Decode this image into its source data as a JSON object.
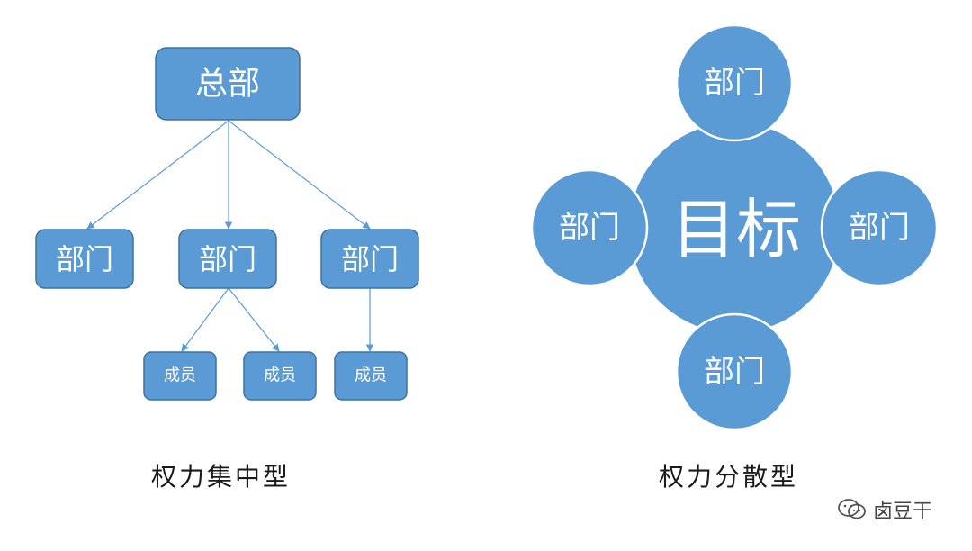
{
  "centralized": {
    "root": "总部",
    "departments": [
      "部门",
      "部门",
      "部门"
    ],
    "members": [
      "成员",
      "成员",
      "成员"
    ],
    "caption": "权力集中型"
  },
  "decentralized": {
    "center": "目标",
    "departments": [
      "部门",
      "部门",
      "部门",
      "部门"
    ],
    "caption": "权力分散型"
  },
  "watermark": {
    "icon": "wechat-icon",
    "text": "卤豆干"
  },
  "colors": {
    "node_fill": "#5b9bd5",
    "node_border": "#41719c",
    "text": "#ffffff"
  }
}
